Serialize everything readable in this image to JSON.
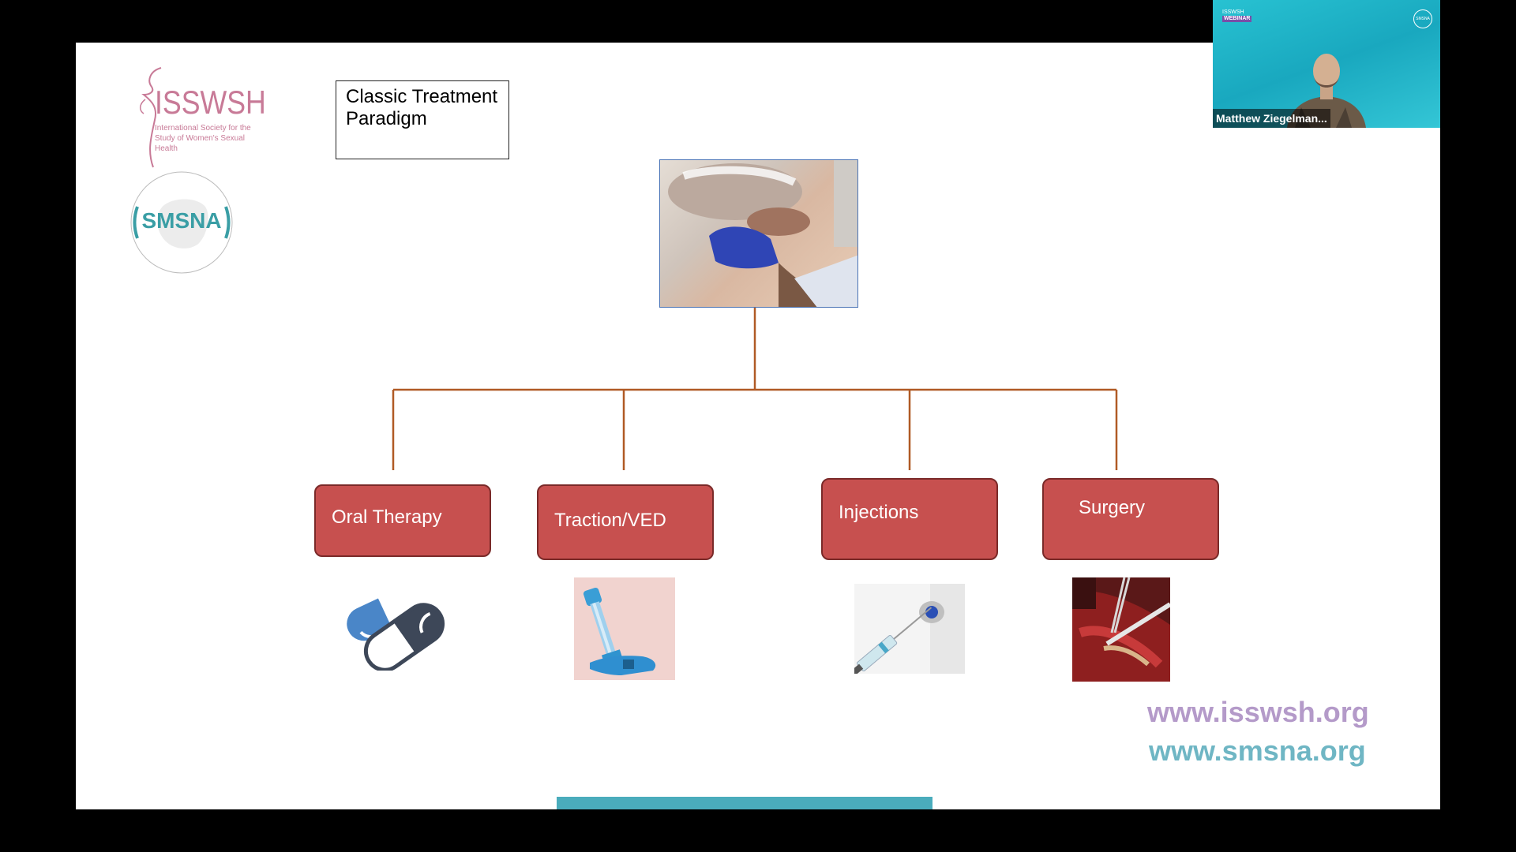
{
  "slide": {
    "title": "Classic Treatment Paradigm",
    "branches": [
      {
        "label": "Oral Therapy",
        "icon": "pill-capsule-icon"
      },
      {
        "label": "Traction/VED",
        "icon": "traction-device-icon"
      },
      {
        "label": "Injections",
        "icon": "syringe-vial-icon"
      },
      {
        "label": "Surgery",
        "icon": "surgical-field-icon"
      }
    ],
    "urls": [
      "www.isswsh.org",
      "www.smsna.org"
    ]
  },
  "logos": {
    "isswsh": {
      "name": "ISSWSH",
      "subtitle": "International Society for the Study of Women's Sexual Health"
    },
    "smsna": {
      "name": "SMSNA"
    }
  },
  "webcam": {
    "participant_name": "Matthew Ziegelman...",
    "badge_top": "ISSWSH",
    "badge_label": "WEBINAR",
    "corner_logo": "SMSNA"
  },
  "colors": {
    "branch_fill": "#c7504f",
    "branch_border": "#7a2a29",
    "connector": "#b05a25",
    "isswsh_brand": "#c87a97",
    "smsna_brand": "#3a9ea5",
    "url1": "#b49ac9",
    "url2": "#6fb6c4",
    "accent_bar": "#4aacbc"
  }
}
